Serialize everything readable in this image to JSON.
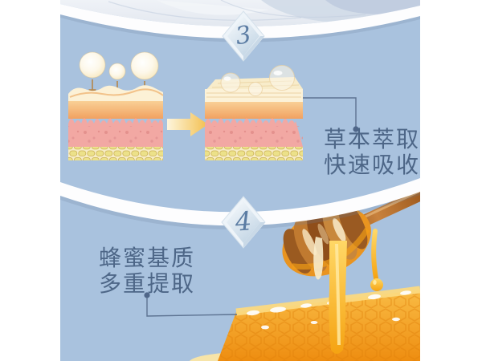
{
  "page": {
    "background": "#ffffff",
    "panel_background": "#a9c2de"
  },
  "sections": [
    {
      "badge": "3",
      "caption_lines": [
        "草本萃取",
        "快速吸收"
      ],
      "illustration": "skin-cross-section-before-after-absorption"
    },
    {
      "badge": "4",
      "caption_lines": [
        "蜂蜜基质",
        "多重提取"
      ],
      "illustration": "honey-dipper-dripping-on-honeycomb"
    }
  ],
  "colors": {
    "caption_text": "#4d6687",
    "badge_text": "#5b7ca3",
    "connector_line": "#5d7392",
    "ribbon": "#fdfdfe",
    "honey_accent": "#f5a312"
  }
}
